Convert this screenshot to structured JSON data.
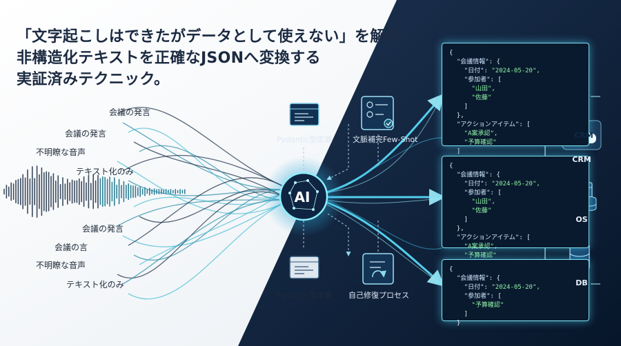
{
  "headline": {
    "line1": "「文字起こしはできたがデータとして使えない」を解決。",
    "line2": "非構造化テキストを正確なJSONへ変換する",
    "line3": "実証済みテクニック。"
  },
  "voice_labels": [
    "会議の発言",
    "会議の発言",
    "不明瞭な音声",
    "テキスト化のみ",
    "会議の発言",
    "会議の言",
    "不明瞭な音声",
    "テキスト化のみ"
  ],
  "tools": {
    "top_left": "Pydantic型定義",
    "top_right": "文脈補完Few-Shot",
    "bottom_left": "Pydantic型定義",
    "bottom_right": "自己修復プロセス"
  },
  "ai_label": "AI",
  "json_boxes": [
    [
      "{",
      "  \"会議情報\": {",
      "    \"日付\": \"2024-05-20\",",
      "    \"参加者\": [",
      "      \"山田\",",
      "      \"佐藤\"",
      "    ]",
      "  },",
      "  \"アクションアイテム\": [",
      "    \"A案承認\",",
      "    \"予算確認\"",
      "  ]",
      "}"
    ],
    [
      "{",
      "  \"会議情報\": {",
      "    \"日付\": \"2024-05-20\",",
      "    \"参加者\": [",
      "      \"山田\",",
      "      \"佐藤\"",
      "    ]",
      "  },",
      "  \"アクションアイテム\": [",
      "    \"A案承認\",",
      "    \"予算確認\"",
      "  ]",
      "}"
    ],
    [
      "{",
      "  \"会議情報\": {",
      "    \"日付\": \"2024-05-20\",",
      "    \"参加者\": [",
      "      \"予算確認\"",
      "    ]",
      "  }"
    ]
  ],
  "destinations": {
    "crm_logo": "CRM",
    "crm": "CRM",
    "os": "OS",
    "db": "DB"
  },
  "colors": {
    "navy": "#0b1d33",
    "glow": "#58e1ff",
    "teal": "#2f7f95",
    "text_dark": "#1b2a41"
  }
}
